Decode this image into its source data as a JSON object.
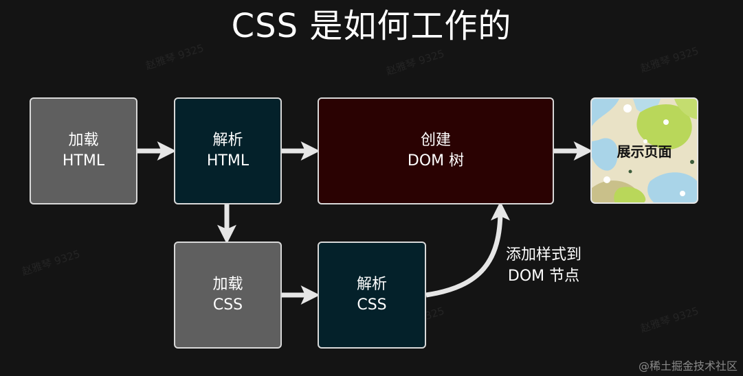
{
  "title": "CSS 是如何工作的",
  "boxes": {
    "load_html": {
      "line1": "加载",
      "line2": "HTML"
    },
    "parse_html": {
      "line1": "解析",
      "line2": "HTML"
    },
    "create_dom": {
      "line1": "创建",
      "line2": "DOM 树"
    },
    "load_css": {
      "line1": "加载",
      "line2": "CSS"
    },
    "parse_css": {
      "line1": "解析",
      "line2": "CSS"
    }
  },
  "display_page": {
    "label": "展示页面"
  },
  "side_note": {
    "line1": "添加样式到",
    "line2": "DOM 节点"
  },
  "watermark_text": "赵雅琴 9325",
  "credit": "@稀土掘金技术社区",
  "colors": {
    "background": "#141414",
    "gray_box": "#5f5f5f",
    "teal_box": "#04212a",
    "maroon_box": "#2a0202",
    "border": "#d9d9d9",
    "arrow": "#e6e6e6"
  }
}
